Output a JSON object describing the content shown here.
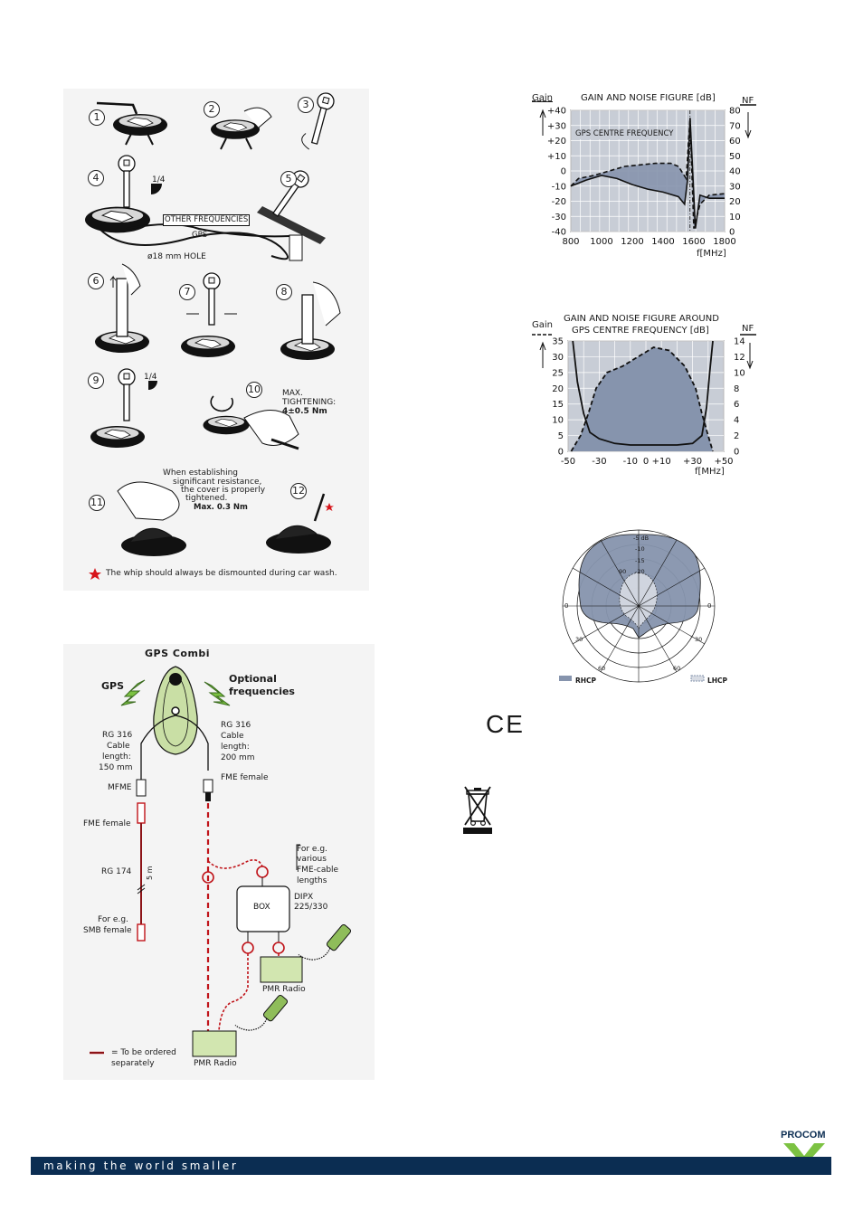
{
  "steps": [
    "1",
    "2",
    "3",
    "4",
    "5",
    "6",
    "7",
    "8",
    "9",
    "10",
    "11",
    "12"
  ],
  "install_labels": {
    "quarter_turn_a": "1/4",
    "quarter_turn_b": "1/4",
    "other_freq": "OTHER FREQUENCIES",
    "gps": "GPS",
    "hole": "ø18 mm HOLE",
    "max_tight_1": "MAX.",
    "max_tight_2": "TIGHTENING:",
    "max_tight_3": "4±0.5 Nm",
    "resist_1": "When establishing",
    "resist_2": "significant resistance,",
    "resist_3": "the cover is properly",
    "resist_4": "tightened.",
    "resist_5": "Max. 0.3 Nm",
    "car_wash_note": "The whip should always be dismounted during car wash."
  },
  "connection": {
    "title": "GPS Combi",
    "gps": "GPS",
    "optional_1": "Optional",
    "optional_2": "frequencies",
    "left_cable": [
      "RG 316",
      "Cable",
      "length:",
      "150 mm"
    ],
    "right_cable": [
      "RG 316",
      "Cable",
      "length:",
      "200 mm"
    ],
    "fme_female_right": "FME female",
    "mfme": "MFME",
    "fme_female_left": "FME female",
    "rg174": "RG 174",
    "five_m": "5 m",
    "smb_1": "For e.g.",
    "smb_2": "SMB female",
    "eg_1": "For e.g.",
    "eg_2": "various",
    "eg_3": "FME-cable",
    "eg_4": "lengths",
    "dipx_1": "DIPX",
    "dipx_2": "225/330",
    "box": "BOX",
    "pmr_radio_a": "PMR Radio",
    "pmr_radio_b": "PMR Radio",
    "legend_1": "= To be ordered",
    "legend_2": "separately"
  },
  "chart_data": [
    {
      "type": "line",
      "title": "GAIN AND NOISE FIGURE [dB]",
      "ylabel_left": "Gain",
      "ylabel_right": "NF",
      "xlabel": "f[MHz]",
      "x_ticks": [
        800,
        1000,
        1200,
        1400,
        1600,
        1800
      ],
      "y_left_ticks": [
        "+40",
        "+30",
        "+20",
        "+10",
        "0",
        "-10",
        "-20",
        "-30",
        "-40"
      ],
      "y_right_ticks": [
        "80",
        "70",
        "60",
        "50",
        "40",
        "30",
        "20",
        "10",
        "0"
      ],
      "xlim": [
        800,
        1800
      ],
      "ylim": [
        -40,
        40
      ],
      "annotation": "GPS CENTRE FREQUENCY",
      "marker_x": 1575,
      "series": [
        {
          "x": [
            800,
            900,
            1000,
            1100,
            1200,
            1300,
            1400,
            1500,
            1540,
            1560,
            1575,
            1590,
            1610,
            1640,
            1700,
            1800
          ],
          "y": [
            -10,
            -6,
            -3,
            -5,
            -9,
            -12,
            -14,
            -17,
            -22,
            -5,
            35,
            5,
            -38,
            -16,
            -18,
            -18
          ]
        },
        {
          "x": [
            800,
            850,
            950,
            1050,
            1150,
            1250,
            1350,
            1450,
            1500,
            1550,
            1575,
            1600,
            1640,
            1700,
            1800
          ],
          "y": [
            -10,
            -5,
            -3,
            0,
            3,
            4,
            5,
            5,
            3,
            -5,
            35,
            -38,
            -22,
            -16,
            -15
          ]
        }
      ]
    },
    {
      "type": "line",
      "title": "GAIN AND NOISE FIGURE AROUND GPS CENTRE FREQUENCY [dB]",
      "title_lines": [
        "GAIN AND NOISE FIGURE AROUND",
        "GPS CENTRE FREQUENCY [dB]"
      ],
      "ylabel_left": "Gain",
      "ylabel_right": "NF",
      "xlabel": "f[MHz]",
      "x_ticks": [
        "-50",
        "-30",
        "-10",
        "0",
        "+10",
        "+30",
        "+50"
      ],
      "y_left_ticks": [
        "35",
        "30",
        "25",
        "20",
        "15",
        "10",
        "5",
        "0"
      ],
      "y_right_ticks": [
        "14",
        "12",
        "10",
        "8",
        "6",
        "4",
        "2",
        "0"
      ],
      "xlim": [
        -50,
        50
      ],
      "ylim": [
        0,
        35
      ],
      "series": [
        {
          "x": [
            -48,
            -42,
            -37,
            -32,
            -25,
            -15,
            -5,
            5,
            15,
            25,
            32,
            36,
            40,
            43
          ],
          "y": [
            0,
            5,
            12,
            20,
            25,
            27,
            30,
            33,
            32,
            27,
            20,
            12,
            5,
            0
          ]
        },
        {
          "x": [
            -47,
            -44,
            -40,
            -36,
            -30,
            -20,
            -10,
            0,
            10,
            20,
            30,
            36,
            39,
            41,
            43
          ],
          "y": [
            35,
            22,
            12,
            6,
            4,
            2.5,
            2,
            2,
            2,
            2,
            2.5,
            5,
            14,
            25,
            35
          ]
        }
      ]
    },
    {
      "type": "polar",
      "ring_labels": [
        "-5 dB",
        "-10",
        "-15",
        "-20"
      ],
      "angle_labels": [
        "0",
        "30",
        "60",
        "90",
        "60",
        "30",
        "0"
      ],
      "legend": [
        "RHCP",
        "LHCP"
      ]
    }
  ],
  "brand": {
    "name": "PROCOM",
    "slogan": "making the world smaller",
    "ce": "CE"
  }
}
